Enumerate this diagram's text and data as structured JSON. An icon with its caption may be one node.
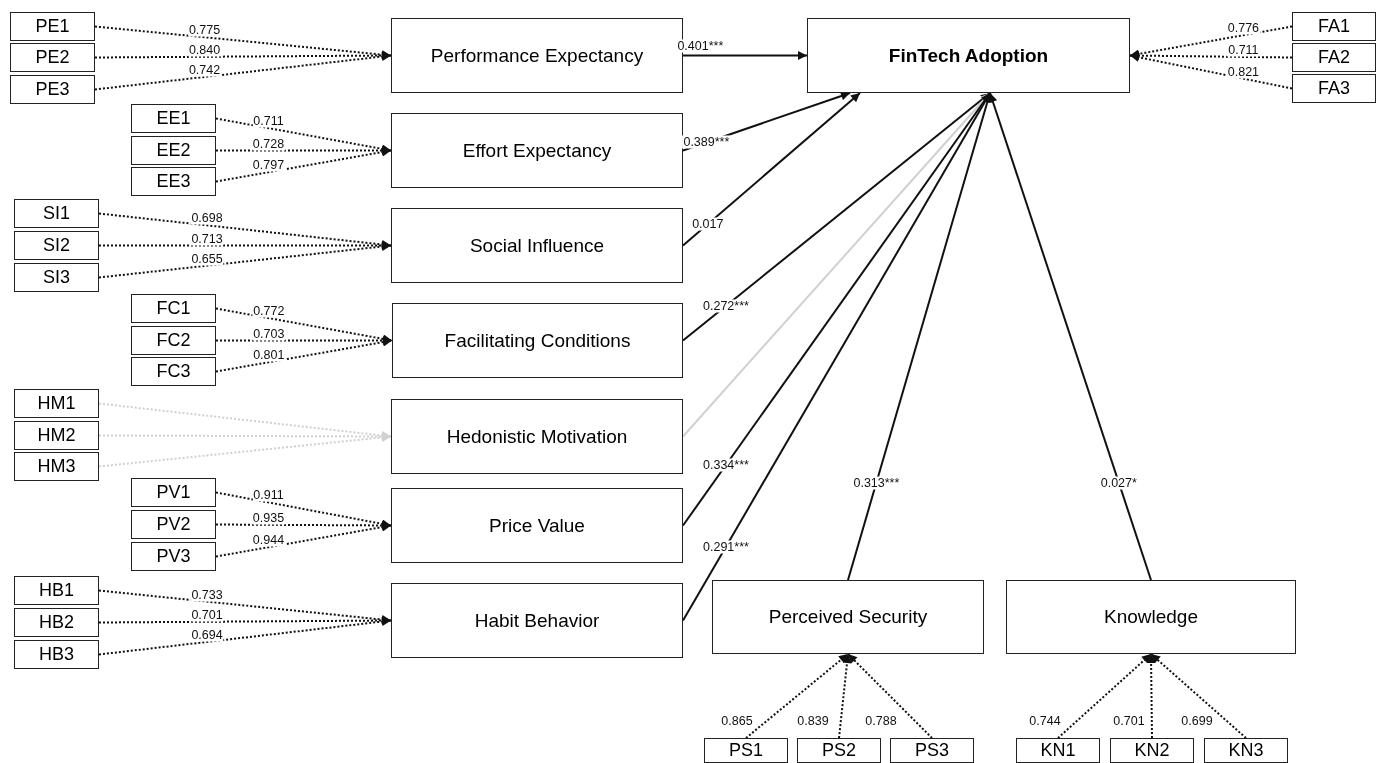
{
  "diagram": {
    "nodes": [
      {
        "text": [
          "PE1"
        ]
      },
      {
        "text": [
          "PE2"
        ]
      },
      {
        "text": [
          "PE3"
        ]
      },
      {
        "text": [
          "Performance Expectancy"
        ]
      },
      {
        "text": [
          "FinTech Adoption"
        ]
      },
      {
        "text": [
          "FA1"
        ]
      },
      {
        "text": [
          "FA2"
        ]
      },
      {
        "text": [
          "FA3"
        ]
      },
      {
        "text": [
          "EE1"
        ]
      },
      {
        "text": [
          "EE2"
        ]
      },
      {
        "text": [
          "EE3"
        ]
      },
      {
        "text": [
          "Effort Expectancy"
        ]
      },
      {
        "text": [
          "SI1"
        ]
      },
      {
        "text": [
          "SI2"
        ]
      },
      {
        "text": [
          "SI3"
        ]
      },
      {
        "text": [
          "Social Influence"
        ]
      },
      {
        "text": [
          "FC1"
        ]
      },
      {
        "text": [
          "FC2"
        ]
      },
      {
        "text": [
          "FC3"
        ]
      },
      {
        "text": [
          "Facilitating Conditions"
        ]
      },
      {
        "text": [
          "HM1"
        ]
      },
      {
        "text": [
          "HM2"
        ]
      },
      {
        "text": [
          "HM3"
        ]
      },
      {
        "text": [
          "Hedonistic Motivation"
        ]
      },
      {
        "text": [
          "PV1"
        ]
      },
      {
        "text": [
          "PV2"
        ]
      },
      {
        "text": [
          "PV3"
        ]
      },
      {
        "text": [
          "Price Value"
        ]
      },
      {
        "text": [
          "HB1"
        ]
      },
      {
        "text": [
          "HB2"
        ]
      },
      {
        "text": [
          "HB3"
        ]
      },
      {
        "text": [
          "Habit Behavior"
        ]
      },
      {
        "text": [
          "Perceived Security"
        ]
      },
      {
        "text": [
          "Knowledge"
        ]
      },
      {
        "text": [
          "PS1"
        ]
      },
      {
        "text": [
          "PS2"
        ]
      },
      {
        "text": [
          "PS3"
        ]
      },
      {
        "text": [
          "KN1"
        ]
      },
      {
        "text": [
          "KN2"
        ]
      },
      {
        "text": [
          "KN3"
        ]
      }
    ],
    "edges": [
      {
        "from": 0,
        "to": 3,
        "arrow": "to",
        "label": "0.775",
        "style": "dashed"
      },
      {
        "from": 1,
        "to": 3,
        "arrow": "to",
        "label": "0.840",
        "style": "dashed"
      },
      {
        "from": 2,
        "to": 3,
        "arrow": "to",
        "label": "0.742",
        "style": "dashed"
      },
      {
        "from": 3,
        "to": 4,
        "arrow": "to",
        "label": "0.401***"
      },
      {
        "from": 5,
        "to": 4,
        "arrow": "to",
        "label": "0.776",
        "style": "dashed"
      },
      {
        "from": 6,
        "to": 4,
        "arrow": "to",
        "label": "0.711",
        "style": "dashed"
      },
      {
        "from": 7,
        "to": 4,
        "arrow": "to",
        "label": "0.821",
        "style": "dashed"
      },
      {
        "from": 8,
        "to": 11,
        "arrow": "to",
        "label": "0.711",
        "style": "dashed"
      },
      {
        "from": 9,
        "to": 11,
        "arrow": "to",
        "label": "0.728",
        "style": "dashed"
      },
      {
        "from": 10,
        "to": 11,
        "arrow": "to",
        "label": "0.797",
        "style": "dashed"
      },
      {
        "from": 11,
        "to": 4,
        "arrow": "to",
        "label": "0.389***"
      },
      {
        "from": 12,
        "to": 15,
        "arrow": "to",
        "label": "0.698",
        "style": "dashed"
      },
      {
        "from": 13,
        "to": 15,
        "arrow": "to",
        "label": "0.713",
        "style": "dashed"
      },
      {
        "from": 14,
        "to": 15,
        "arrow": "to",
        "label": "0.655",
        "style": "dashed"
      },
      {
        "from": 15,
        "to": 4,
        "arrow": "to",
        "label": "0.017"
      },
      {
        "from": 16,
        "to": 19,
        "arrow": "to",
        "label": "0.772",
        "style": "dashed"
      },
      {
        "from": 17,
        "to": 19,
        "arrow": "to",
        "label": "0.703",
        "style": "dashed"
      },
      {
        "from": 18,
        "to": 19,
        "arrow": "to",
        "label": "0.801",
        "style": "dashed"
      },
      {
        "from": 19,
        "to": 4,
        "arrow": "to",
        "label": "0.272***"
      },
      {
        "from": 20,
        "to": 23,
        "arrow": "to",
        "style": "dashed",
        "color": "#d0d0d0"
      },
      {
        "from": 21,
        "to": 23,
        "arrow": "to",
        "style": "dashed",
        "color": "#d0d0d0"
      },
      {
        "from": 22,
        "to": 23,
        "arrow": "to",
        "style": "dashed",
        "color": "#d0d0d0"
      },
      {
        "from": 23,
        "to": 4,
        "arrow": "to",
        "color": "#d0d0d0"
      },
      {
        "from": 24,
        "to": 27,
        "arrow": "to",
        "label": "0.911",
        "style": "dashed"
      },
      {
        "from": 25,
        "to": 27,
        "arrow": "to",
        "label": "0.935",
        "style": "dashed"
      },
      {
        "from": 26,
        "to": 27,
        "arrow": "to",
        "label": "0.944",
        "style": "dashed"
      },
      {
        "from": 27,
        "to": 4,
        "arrow": "to",
        "label": "0.334***"
      },
      {
        "from": 28,
        "to": 31,
        "arrow": "to",
        "label": "0.733",
        "style": "dashed"
      },
      {
        "from": 29,
        "to": 31,
        "arrow": "to",
        "label": "0.701",
        "style": "dashed"
      },
      {
        "from": 30,
        "to": 31,
        "arrow": "to",
        "label": "0.694",
        "style": "dashed"
      },
      {
        "from": 31,
        "to": 4,
        "arrow": "to",
        "label": "0.291***"
      },
      {
        "from": 32,
        "to": 4,
        "arrow": "to",
        "label": "0.313***"
      },
      {
        "from": 33,
        "to": 4,
        "arrow": "to",
        "label": "0.027*"
      },
      {
        "from": 34,
        "to": 32,
        "arrow": "to",
        "label": "0.865",
        "style": "dashed"
      },
      {
        "from": 35,
        "to": 32,
        "arrow": "to",
        "label": "0.839",
        "style": "dashed"
      },
      {
        "from": 36,
        "to": 32,
        "arrow": "to",
        "label": "0.788",
        "style": "dashed"
      },
      {
        "from": 37,
        "to": 33,
        "arrow": "to",
        "label": "0.744",
        "style": "dashed"
      },
      {
        "from": 38,
        "to": 33,
        "arrow": "to",
        "label": "0.701",
        "style": "dashed"
      },
      {
        "from": 39,
        "to": 33,
        "arrow": "to",
        "label": "0.699",
        "style": "dashed"
      }
    ]
  }
}
